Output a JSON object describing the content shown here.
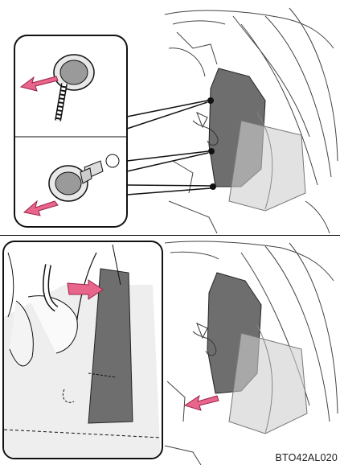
{
  "figure": {
    "code": "BTO42AL020",
    "arrow_color": "#e8658c",
    "panel_fill": "#6e6e6e",
    "panel_light": "#bdbdbd"
  },
  "panels": [
    {
      "id": "top",
      "content": "clip-removal"
    },
    {
      "id": "bottom",
      "content": "liner-removal"
    }
  ]
}
